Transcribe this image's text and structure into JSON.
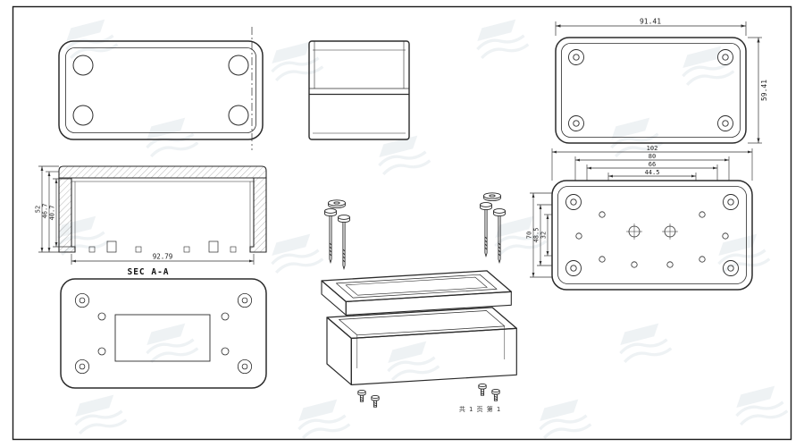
{
  "colors": {
    "line": "#2b2b2b",
    "background": "#ffffff",
    "watermark": "#e1e7ec"
  },
  "sheet": {
    "footer_page_note": "共 1 页  第 1"
  },
  "cover_view": {
    "dim_width": "91.41",
    "dim_height": "59.41"
  },
  "section_view": {
    "label": "SEC A-A",
    "dim_width": "92.79",
    "dim_total_height": "52",
    "dim_mid_height": "46.7",
    "dim_inner_height": "40.7"
  },
  "base_view": {
    "dims_top": [
      "102",
      "80",
      "66",
      "44.5"
    ],
    "dims_left": [
      "70",
      "48.5",
      "32"
    ]
  }
}
